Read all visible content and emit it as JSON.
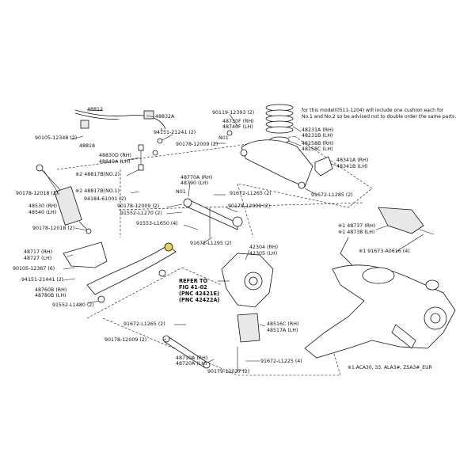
{
  "note": {
    "line1": "for this model(0511-1204) will include one cushion each for",
    "line2": "No.1 and No.2 so be advised not to double order the same parts."
  },
  "footnote": "※1 ACA30, 33, ALA3#, ZSA3#_EUR",
  "labels": {
    "l48812": "48812",
    "l48832a": "48832A",
    "l94151_21241": "94151-21241 (2)",
    "l90105_12348": "90105-12348 (2)",
    "l48818": "48818",
    "l48830d": "48830D (RH)",
    "l48840a": "48840A (LH)",
    "l48817b2": "※2 48817B(NO.2)",
    "l48817b1": "※2 48817B(NO.1)",
    "l94184": "94184-61001 (2)",
    "l90178_12018a": "90178-12018 (2)",
    "l48530": "48530 (RH)",
    "l48540": "48540 (LH)",
    "l90178_12018b": "90178-12018 (2)",
    "l48717": "48717 (RH)",
    "l48727": "48727 (LH)",
    "l90105_12367": "90105-12367 (6)",
    "l94151_21441": "94151-21441 (2)",
    "l48760b": "48760B (RH)",
    "l48780b": "48780B (LH)",
    "l91552_l1480": "91552-L1480 (2)",
    "l90119_12393": "90119-12393 (2)",
    "l48730f": "48730F (RH)",
    "l48740f": "48740F (LH)",
    "lN01a": "N01",
    "l90178_12009a": "90178-12009 (2)",
    "l48231a": "48231A (RH)",
    "l48231b": "48231B (LH)",
    "l48258b": "48258B (RH)",
    "l48258c": "48258C (LH)",
    "l48341a": "48341A (RH)",
    "l48341b": "48341B (LH)",
    "l48770a": "48770A (RH)",
    "l48790": "48790 (LH)",
    "lN01b": "N01",
    "l91672_l1265a": "91672-L1265 (2)",
    "l91672_l1285": "91672-L1285 (2)",
    "l90178_12009b": "90178-12009 (2)",
    "l90178_12009c": "90178-12009 (2)",
    "l91552_l1270": "91552-L1270 (2)",
    "l91553_l1650": "91553-L1650 (4)",
    "l91672_l1295": "91672-L1295 (2)",
    "l42304": "42304 (RH)",
    "l42305": "42305 (LH)",
    "lrefer1": "REFER TO",
    "lrefer2": "FIG 41-02",
    "lrefer3": "(PNC 42421E)",
    "lrefer4": "(PNC 42422A)",
    "l48737": "※1 48737 (RH)",
    "l48738": "※1 48738 (LH)",
    "l91673": "※1 91673-A0616 (4)",
    "l91672_l1265b": "91672-L1265 (2)",
    "l90178_12009d": "90178-12009 (2)",
    "l48516c": "48516C (RH)",
    "l48517a": "48517A (LH)",
    "l48710a": "48710A (RH)",
    "l48720a": "48720A (LH)",
    "l91672_l1225": "91672-L1225 (4)",
    "l90179_12027": "90179-12027 (2)"
  }
}
